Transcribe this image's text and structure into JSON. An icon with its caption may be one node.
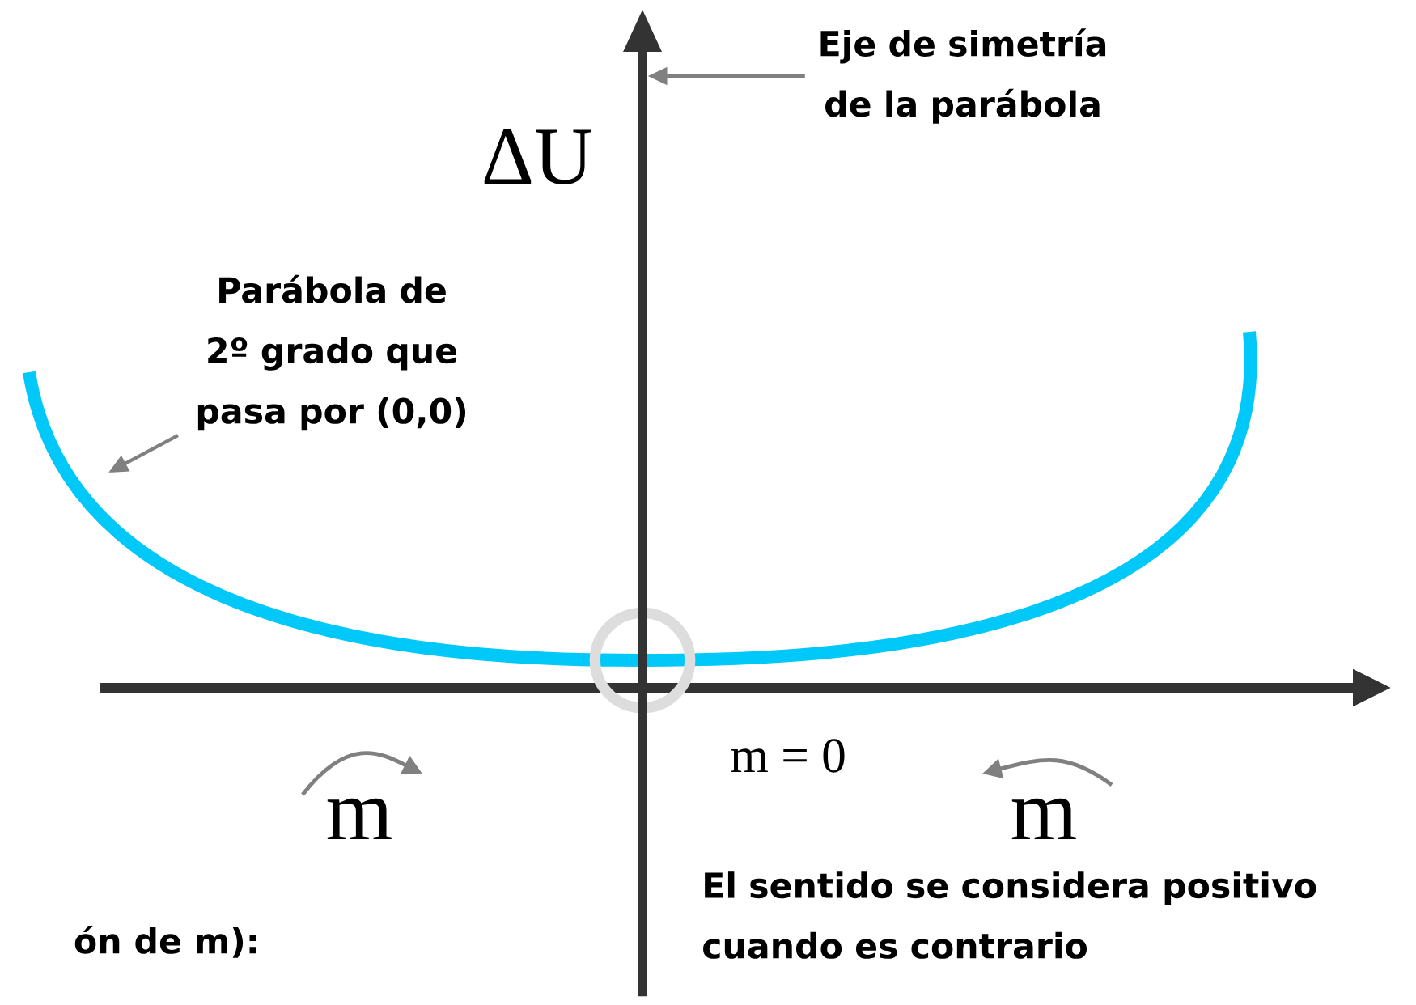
{
  "diagram": {
    "nodes": [
      {
        "text": [
          "Eje de simetría de la parábola"
        ]
      },
      {
        "text": [
          "Parábola de 2º grado que pasa por (0,0)"
        ]
      },
      {
        "text": [],
        "shape": "line"
      }
    ],
    "edges": [
      {
        "from": 0,
        "to": 2,
        "arrow": "to"
      },
      {
        "from": 1,
        "to": null,
        "arrow": "to"
      }
    ],
    "labels": [
      "ΔU",
      "m = 0",
      "m",
      "m",
      "ón de m):",
      "El sentido se considera positivo cuando es contrario"
    ]
  }
}
